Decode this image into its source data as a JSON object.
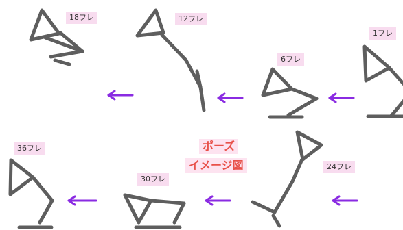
{
  "frames": [
    {
      "id": "f1",
      "label": "1フレ"
    },
    {
      "id": "f6",
      "label": "6フレ"
    },
    {
      "id": "f12",
      "label": "12フレ"
    },
    {
      "id": "f18",
      "label": "18フレ"
    },
    {
      "id": "f24",
      "label": "24フレ"
    },
    {
      "id": "f30",
      "label": "30フレ"
    },
    {
      "id": "f36",
      "label": "36フレ"
    }
  ],
  "title": {
    "line1": "ポーズ",
    "line2": "イメージ図"
  },
  "colors": {
    "lamp": "#5e5e5e",
    "arrow": "#8a2be2",
    "title": "#e8514a",
    "label_bg": "#f8dcef",
    "title_bg": "#fde3f0"
  },
  "icons": {
    "arrow": "left-arrow-icon",
    "lamp": "desk-lamp-pose-icon"
  }
}
